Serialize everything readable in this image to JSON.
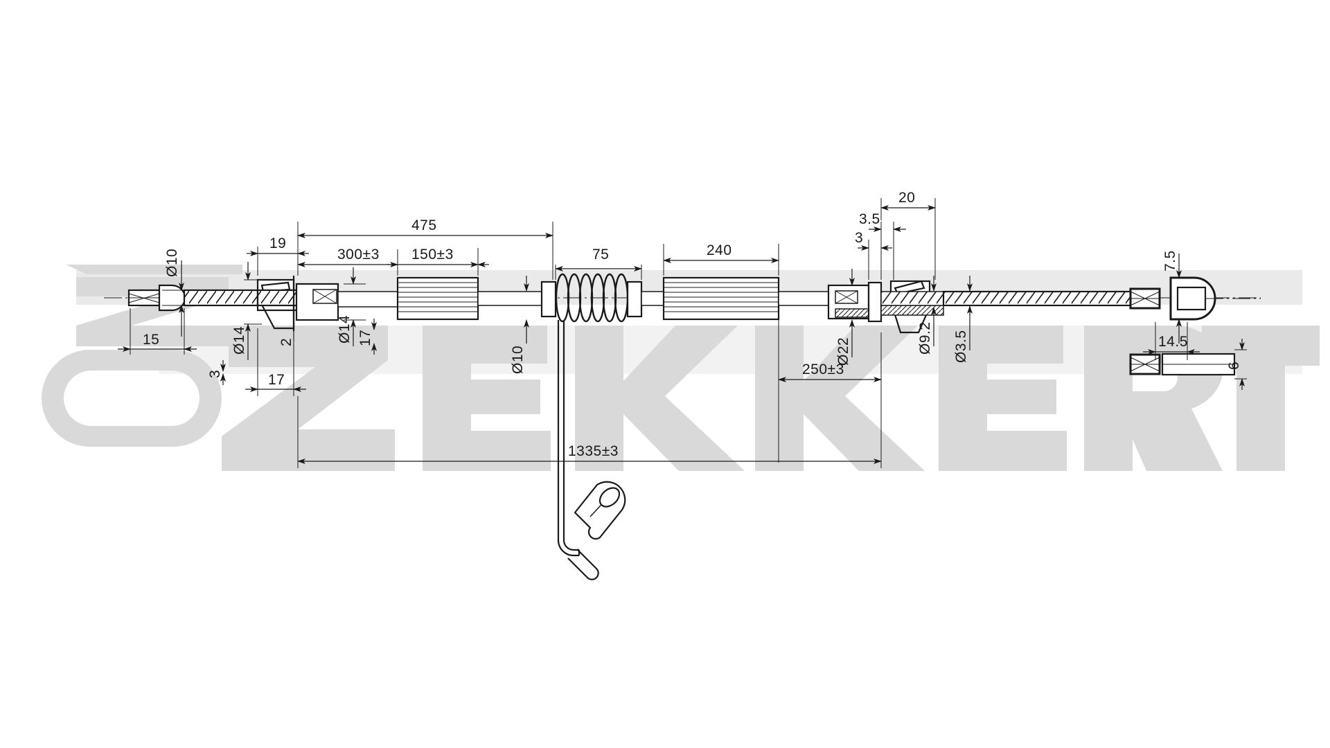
{
  "document": {
    "kind": "engineering-drawing",
    "subject": "handbrake cable assembly",
    "watermark": "ZEKKERT",
    "watermark_color": "#d9d9d9",
    "line_color": "#1a1a1a",
    "background": "#ffffff"
  },
  "dimensions": {
    "overall": {
      "label": "1335±3"
    },
    "linear": [
      {
        "id": "d-15",
        "label": "15"
      },
      {
        "id": "d-19",
        "label": "19"
      },
      {
        "id": "d-17a",
        "label": "17"
      },
      {
        "id": "d-17b",
        "label": "17"
      },
      {
        "id": "d-3a",
        "label": "3"
      },
      {
        "id": "d-2",
        "label": "2"
      },
      {
        "id": "d-300",
        "label": "300±3"
      },
      {
        "id": "d-475",
        "label": "475"
      },
      {
        "id": "d-150",
        "label": "150±3"
      },
      {
        "id": "d-75top",
        "label": "75"
      },
      {
        "id": "d-75coil",
        "label": "75"
      },
      {
        "id": "d-240",
        "label": "240"
      },
      {
        "id": "d-250",
        "label": "250±3"
      },
      {
        "id": "d-20",
        "label": "20"
      },
      {
        "id": "d-35top",
        "label": "3.5"
      },
      {
        "id": "d-3b",
        "label": "3"
      },
      {
        "id": "d-145",
        "label": "14.5"
      },
      {
        "id": "d-75right",
        "label": "7.5"
      },
      {
        "id": "d-6",
        "label": "6"
      }
    ],
    "diameters": [
      {
        "id": "dia-10a",
        "label": "Ø10"
      },
      {
        "id": "dia-14a",
        "label": "Ø14"
      },
      {
        "id": "dia-14b",
        "label": "Ø14"
      },
      {
        "id": "dia-10b",
        "label": "Ø10"
      },
      {
        "id": "dia-22",
        "label": "Ø22"
      },
      {
        "id": "dia-92",
        "label": "Ø9.2"
      },
      {
        "id": "dia-35",
        "label": "Ø3.5"
      }
    ]
  },
  "parts": [
    {
      "id": "left-nipple",
      "name": "left end nipple"
    },
    {
      "id": "left-cable",
      "name": "left cable section"
    },
    {
      "id": "left-grommet",
      "name": "left rubber grommet"
    },
    {
      "id": "ferrule-1",
      "name": "crimp ferrule 1"
    },
    {
      "id": "sleeve-1",
      "name": "outer conduit sleeve 1"
    },
    {
      "id": "coil-spring",
      "name": "helical compression spring"
    },
    {
      "id": "sleeve-2",
      "name": "outer conduit sleeve 2"
    },
    {
      "id": "ferrule-2",
      "name": "crimp ferrule 2"
    },
    {
      "id": "right-grommet",
      "name": "right rubber grommet"
    },
    {
      "id": "right-cable",
      "name": "right cable section"
    },
    {
      "id": "right-eyelet",
      "name": "right eyelet terminal"
    },
    {
      "id": "detail-flat-end",
      "name": "alternate flat end detail"
    }
  ]
}
